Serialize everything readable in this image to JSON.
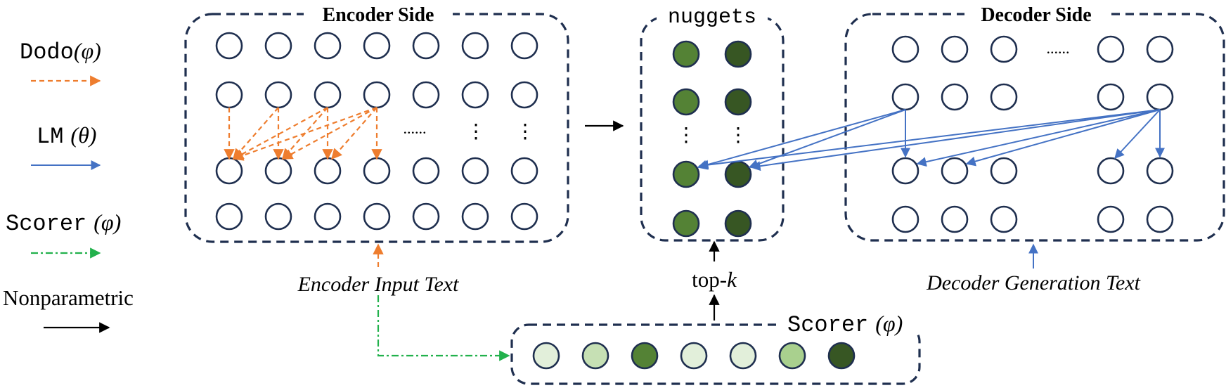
{
  "legend": {
    "dodo": {
      "name": "Dodo",
      "param": "(φ)"
    },
    "lm": {
      "name": "LM",
      "param": "(θ)"
    },
    "scorer": {
      "name": "Scorer",
      "param": "(φ)"
    },
    "nonparametric": "Nonparametric"
  },
  "encoder": {
    "title": "Encoder Side",
    "ellipsis": "......",
    "input_label": "Encoder Input Text"
  },
  "nuggets": {
    "title": "nuggets"
  },
  "decoder": {
    "title": "Decoder Side",
    "ellipsis": "......",
    "generation_label": "Decoder Generation Text"
  },
  "topk": {
    "prefix": "top-",
    "var": "k"
  },
  "scorer_box": {
    "name": "Scorer",
    "param": "(φ)",
    "node_colors": [
      "#e2efda",
      "#c6e0b4",
      "#548235",
      "#e2efda",
      "#e2efda",
      "#a9d08e",
      "#375623"
    ]
  },
  "colors": {
    "dodo": "#ee7d2e",
    "lm": "#4472c4",
    "scorer": "#22b14c",
    "nonparametric": "#000000",
    "box": "#1f2f4f",
    "nugget_light": "#548235",
    "nugget_dark": "#375623"
  }
}
